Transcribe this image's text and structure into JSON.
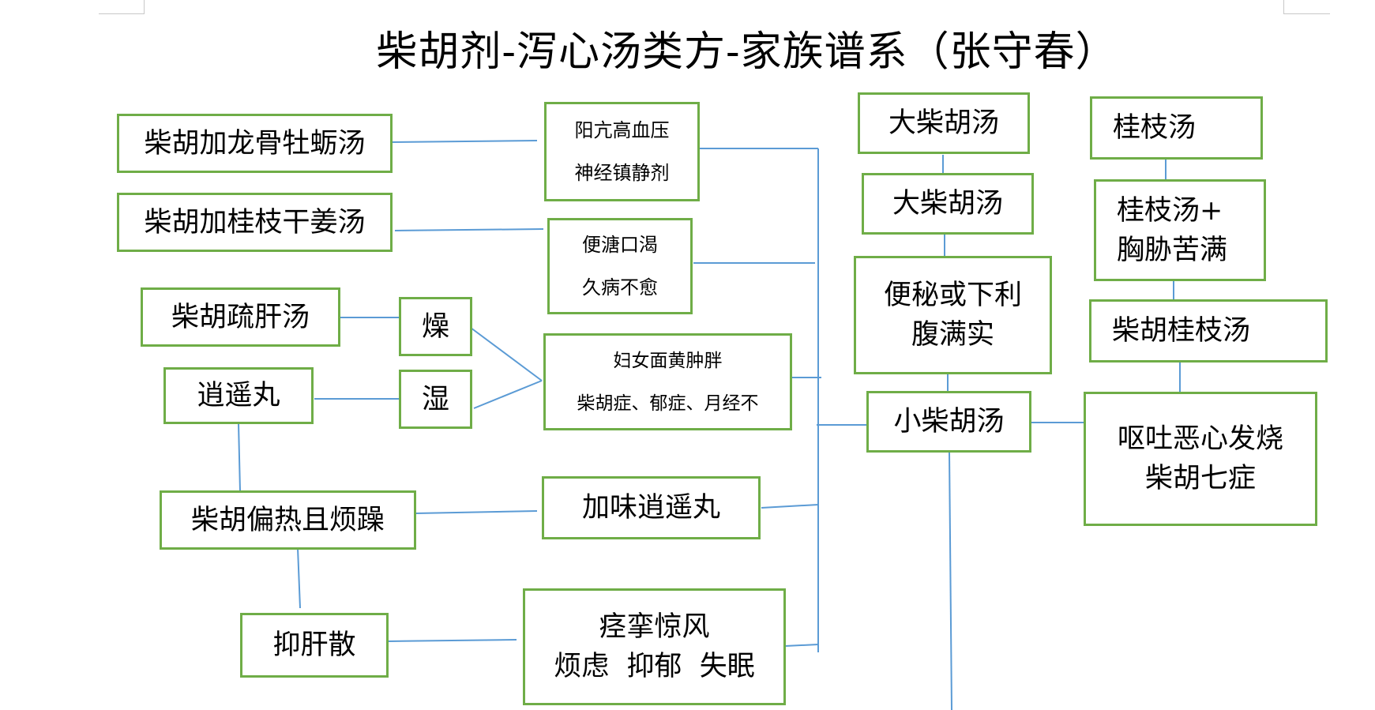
{
  "title": "柴胡剂-泻心汤类方-家族谱系（张守春）",
  "colors": {
    "box_border": "#6fad47",
    "connector": "#5b9bd5",
    "page_corner": "#c8c8c8"
  },
  "nodes": {
    "chaihu_longgu": [
      "柴胡加龙骨牡蛎汤"
    ],
    "chaihu_guizhi_ganjiang": [
      "柴胡加桂枝干姜汤"
    ],
    "chaihu_shugan": [
      "柴胡疏肝汤"
    ],
    "xiaoyao_wan": [
      "逍遥丸"
    ],
    "zao": [
      "燥"
    ],
    "shi": [
      "湿"
    ],
    "yangkang": [
      "阳亢高血压",
      "神经镇静剂"
    ],
    "bianzao": [
      "便溏口渴",
      "久病不愈"
    ],
    "funv": [
      "妇女面黄肿胖",
      "柴胡症、郁症、月经不"
    ],
    "chaihu_pianre": [
      "柴胡偏热且烦躁"
    ],
    "jiawei_xiaoyao": [
      "加味逍遥丸"
    ],
    "yigan_san": [
      "抑肝散"
    ],
    "jingluan": [
      "痉挛惊风",
      "烦虑  抑郁  失眠"
    ],
    "da_chaihu_1": [
      "大柴胡汤"
    ],
    "da_chaihu_2": [
      "大柴胡汤"
    ],
    "bianmi": [
      "便秘或下利",
      "腹满实"
    ],
    "xiao_chaihu": [
      "小柴胡汤"
    ],
    "guizhi_tang": [
      "桂枝汤"
    ],
    "guizhi_xiongxie": [
      "桂枝汤+",
      "胸胁苦满"
    ],
    "chaihu_guizhi": [
      "柴胡桂枝汤"
    ],
    "outu": [
      "呕吐恶心发烧",
      "柴胡七症"
    ]
  }
}
